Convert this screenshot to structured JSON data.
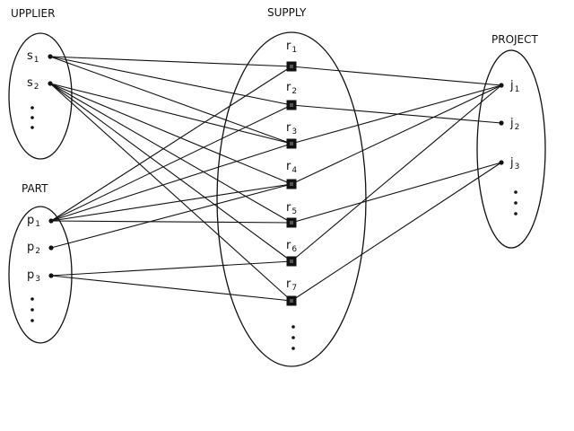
{
  "sets": {
    "supplier": {
      "title": "UPPLIER",
      "elements": [
        {
          "id": "s1",
          "base": "s",
          "sub": "1"
        },
        {
          "id": "s2",
          "base": "s",
          "sub": "2"
        }
      ]
    },
    "part": {
      "title": "PART",
      "elements": [
        {
          "id": "p1",
          "base": "p",
          "sub": "1"
        },
        {
          "id": "p2",
          "base": "p",
          "sub": "2"
        },
        {
          "id": "p3",
          "base": "p",
          "sub": "3"
        }
      ]
    },
    "supply": {
      "title": "SUPPLY",
      "elements": [
        {
          "id": "r1",
          "base": "r",
          "sub": "1"
        },
        {
          "id": "r2",
          "base": "r",
          "sub": "2"
        },
        {
          "id": "r3",
          "base": "r",
          "sub": "3"
        },
        {
          "id": "r4",
          "base": "r",
          "sub": "4"
        },
        {
          "id": "r5",
          "base": "r",
          "sub": "5"
        },
        {
          "id": "r6",
          "base": "r",
          "sub": "6"
        },
        {
          "id": "r7",
          "base": "r",
          "sub": "7"
        }
      ]
    },
    "project": {
      "title": "PROJECT",
      "elements": [
        {
          "id": "j1",
          "base": "j",
          "sub": "1"
        },
        {
          "id": "j2",
          "base": "j",
          "sub": "2"
        },
        {
          "id": "j3",
          "base": "j",
          "sub": "3"
        }
      ]
    }
  },
  "edges": [
    [
      "s1",
      "r1"
    ],
    [
      "s1",
      "r2"
    ],
    [
      "s1",
      "r3"
    ],
    [
      "s2",
      "r3"
    ],
    [
      "s2",
      "r4"
    ],
    [
      "s2",
      "r5"
    ],
    [
      "s2",
      "r6"
    ],
    [
      "s2",
      "r7"
    ],
    [
      "p1",
      "r1"
    ],
    [
      "p1",
      "r2"
    ],
    [
      "p1",
      "r3"
    ],
    [
      "p1",
      "r4"
    ],
    [
      "p1",
      "r5"
    ],
    [
      "p2",
      "r4"
    ],
    [
      "p3",
      "r6"
    ],
    [
      "p3",
      "r7"
    ],
    [
      "r1",
      "j1"
    ],
    [
      "r2",
      "j2"
    ],
    [
      "r3",
      "j1"
    ],
    [
      "r4",
      "j1"
    ],
    [
      "r5",
      "j3"
    ],
    [
      "r6",
      "j1"
    ],
    [
      "r7",
      "j3"
    ]
  ]
}
